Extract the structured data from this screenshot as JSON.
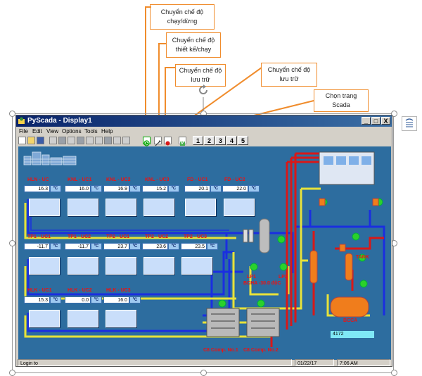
{
  "callouts": {
    "run_stop": "Chuyển chế độ chạy/dừng",
    "design_run": "Chuyển chế độ thiết kế/chạy",
    "save_mode_1": "Chuyển chế độ lưu trữ",
    "save_mode_2": "Chuyển chế độ lưu trữ",
    "choose_page": "Chọn trang Scada"
  },
  "window": {
    "title": "PyScada - Display1",
    "min": "_",
    "max": "□",
    "close": "X"
  },
  "menu": [
    "File",
    "Edit",
    "View",
    "Options",
    "Tools",
    "Help"
  ],
  "pages": [
    "1",
    "2",
    "3",
    "4",
    "5"
  ],
  "tanks": [
    {
      "label": "HLN - UC",
      "value": "16.3"
    },
    {
      "label": "KNL - UC1",
      "value": "16.0"
    },
    {
      "label": "KNL - UC2",
      "value": "16.9"
    },
    {
      "label": "KNL - UC3",
      "value": "15.2"
    },
    {
      "label": "FD - UC1",
      "value": "20.1"
    },
    {
      "label": "FD - UC2",
      "value": "22.0"
    },
    {
      "label": "TP1 - UC1",
      "value": "-11.7"
    },
    {
      "label": "TP1 - UC2",
      "value": "-11.7"
    },
    {
      "label": "TP2 - UC1",
      "value": "23.7"
    },
    {
      "label": "TP2 - UC2",
      "value": "23.6"
    },
    {
      "label": "TP2 - UC3",
      "value": "23.5"
    },
    {
      "label": "HLK - UC1",
      "value": "15.3"
    },
    {
      "label": "HLK - UC2",
      "value": "0.0"
    },
    {
      "label": "HLK - UC3",
      "value": "16.0"
    }
  ],
  "unit": "ºC",
  "equipment": {
    "lp1": "LP1",
    "lp2": "LP2",
    "bcha": "BCHA -30.0 độC",
    "comp1": "C8 Comp. No.1",
    "comp2": "C8 Comp. No.2",
    "tank_right": "TANK",
    "bcca": "BCCA",
    "readout": "4172"
  },
  "status": {
    "login": "Login to",
    "date": "01/22/17",
    "time": "7:06 AM"
  },
  "colors": {
    "canvas": "#2d6d9f",
    "pipe_blue": "#1a2ee0",
    "pipe_yellow": "#e8e23a",
    "pipe_red": "#d81818",
    "label_red": "#e11111",
    "callout_border": "#f08c2c"
  }
}
